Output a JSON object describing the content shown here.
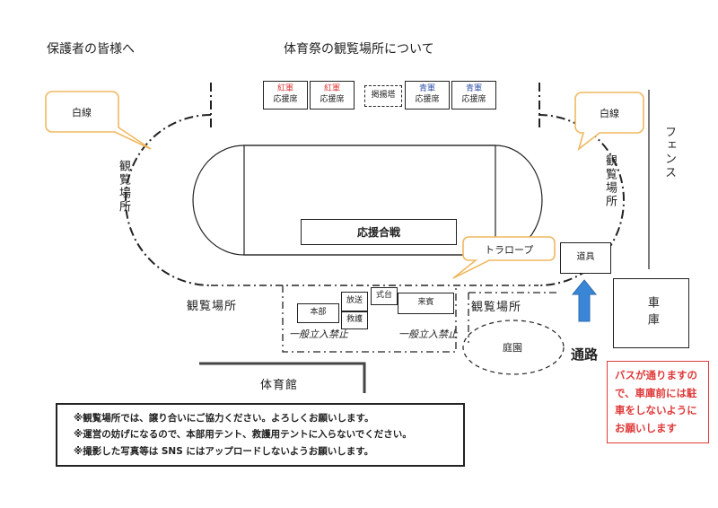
{
  "header": {
    "greeting": "保護者の皆様へ",
    "title": "体育祭の観覧場所について"
  },
  "stands": {
    "red_team": "紅軍",
    "blue_team": "青軍",
    "seat": "応援席",
    "scoreboard": "掲揚塔"
  },
  "callouts": {
    "white_line_left": "白線",
    "white_line_right": "白線",
    "rope": "トラロープ"
  },
  "labels": {
    "viewing_left": "観覧場所",
    "viewing_right": "観覧場所",
    "viewing_bottom_left": "観覧場所",
    "viewing_bottom_right": "観覧場所",
    "fence": "フェンス",
    "cheer_battle": "応援合戦",
    "equipment": "道具",
    "garage": "車庫",
    "garden": "庭園",
    "passage": "通路",
    "gym": "体育館"
  },
  "tents": {
    "hq": "本部",
    "broadcast": "放送",
    "rescue": "救護",
    "stage": "式台",
    "guests": "来賓",
    "no_entry_left": "一般立入禁止",
    "no_entry_right": "一般立入禁止"
  },
  "notices": [
    "※観覧場所では、譲り合いにご協力ください。よろしくお願いします。",
    "※運営の妨げになるので、本部用テント、救護用テントに入らないでください。",
    "※撮影した写真等は SNS にはアップロードしないようお願いします。"
  ],
  "bus_note": [
    "バスが通りますの",
    "で、車庫前には駐",
    "車をしないように",
    "お願いします"
  ],
  "colors": {
    "callout_border": "#f0b860",
    "arrow_blue": "#3a86d6",
    "red_text": "#e03a3a",
    "blue_text": "#2c4fa8"
  }
}
